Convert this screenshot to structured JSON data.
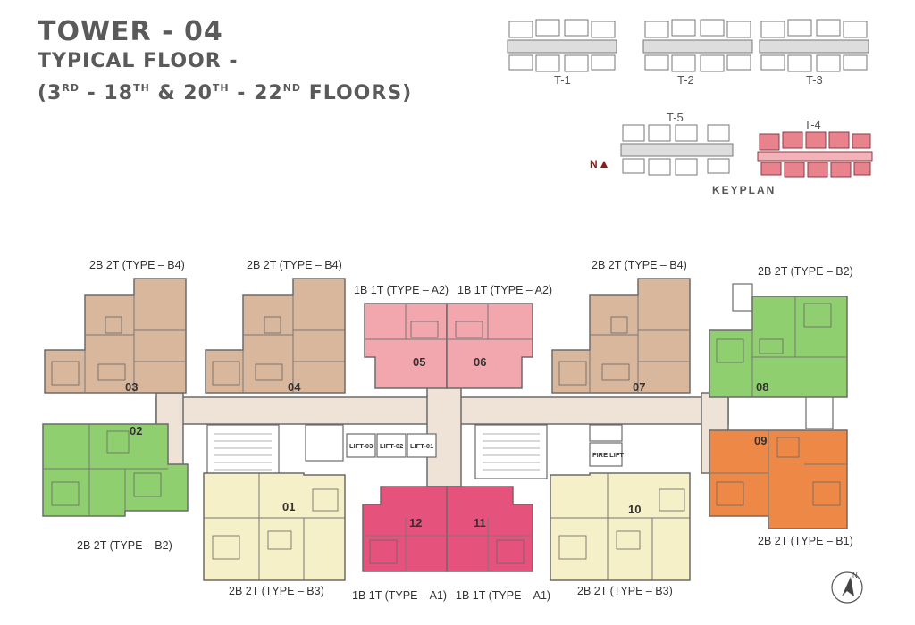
{
  "header": {
    "title": "TOWER - 04",
    "subtitle": "TYPICAL FLOOR -",
    "floors": {
      "open": "(3",
      "s1": "RD",
      "a": " - 18",
      "s2": "TH",
      "b": " & 20",
      "s3": "TH",
      "c": " - 22",
      "s4": "ND",
      "close": " FLOORS)"
    }
  },
  "keyplan": {
    "title": "KEYPLAN",
    "north": "N",
    "towers": [
      "T-1",
      "T-2",
      "T-3",
      "T-5",
      "T-4"
    ],
    "highlight_color": "#e8828c"
  },
  "lifts": [
    "LIFT-03",
    "LIFT-02",
    "LIFT-01",
    "FIRE LIFT"
  ],
  "units": [
    {
      "no": "01",
      "type": "2B 2T (TYPE – B3)",
      "color": "#f6f0c8"
    },
    {
      "no": "02",
      "type": "2B 2T (TYPE – B2)",
      "color": "#8fcf6f"
    },
    {
      "no": "03",
      "type": "2B 2T (TYPE – B4)",
      "color": "#d9b79c"
    },
    {
      "no": "04",
      "type": "2B 2T (TYPE – B4)",
      "color": "#d9b79c"
    },
    {
      "no": "05",
      "type": "1B 1T (TYPE – A2)",
      "color": "#f2a6ae"
    },
    {
      "no": "06",
      "type": "1B 1T (TYPE – A2)",
      "color": "#f2a6ae"
    },
    {
      "no": "07",
      "type": "2B 2T (TYPE – B4)",
      "color": "#d9b79c"
    },
    {
      "no": "08",
      "type": "2B 2T (TYPE – B2)",
      "color": "#8fcf6f"
    },
    {
      "no": "09",
      "type": "2B 2T (TYPE – B1)",
      "color": "#ee8847"
    },
    {
      "no": "10",
      "type": "2B 2T (TYPE – B3)",
      "color": "#f6f0c8"
    },
    {
      "no": "11",
      "type": "1B 1T (TYPE – A1)",
      "color": "#e5527c"
    },
    {
      "no": "12",
      "type": "1B 1T (TYPE – A1)",
      "color": "#e5527c"
    }
  ],
  "colors": {
    "corridor": "#efe3d8",
    "wall": "#6b6b6b"
  }
}
